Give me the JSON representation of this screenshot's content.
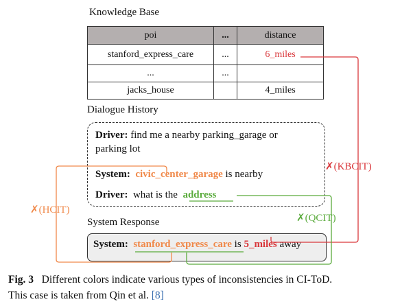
{
  "kb": {
    "title": "Knowledge Base",
    "headers": [
      "poi",
      "...",
      "distance"
    ],
    "rows": [
      [
        "stanford_express_care",
        "...",
        "6_miles"
      ],
      [
        "...",
        "...",
        ""
      ],
      [
        "jacks_house",
        "",
        "4_miles"
      ]
    ]
  },
  "dialogue": {
    "title": "Dialogue History",
    "turn1_speaker": "Driver:",
    "turn1_text": "find me a nearby parking_garage or",
    "turn1_text2": "parking lot",
    "turn2_speaker": "System:",
    "turn2_entity": "civic_center_garage",
    "turn2_text": "is nearby",
    "turn3_speaker": "Driver:",
    "turn3_text": "what is the",
    "turn3_entity": "address"
  },
  "response": {
    "title": "System Response",
    "speaker": "System:",
    "entity": "stanford_express_care",
    "mid": "is",
    "value": "5_miles",
    "end": "away"
  },
  "labels": {
    "kbcit": "(KBCIT)",
    "hcit": "(HCIT)",
    "qcit": "(QCIT)",
    "cross": "✗"
  },
  "caption": {
    "fig": "Fig. 3",
    "line1": "Different colors indicate various types of inconsistencies in CI-ToD.",
    "line2": "This case is taken from Qin et al. ",
    "ref": "[8]"
  },
  "colors": {
    "hcit": "#f0894a",
    "qcit": "#5aab3c",
    "kbcit": "#d9373b"
  }
}
